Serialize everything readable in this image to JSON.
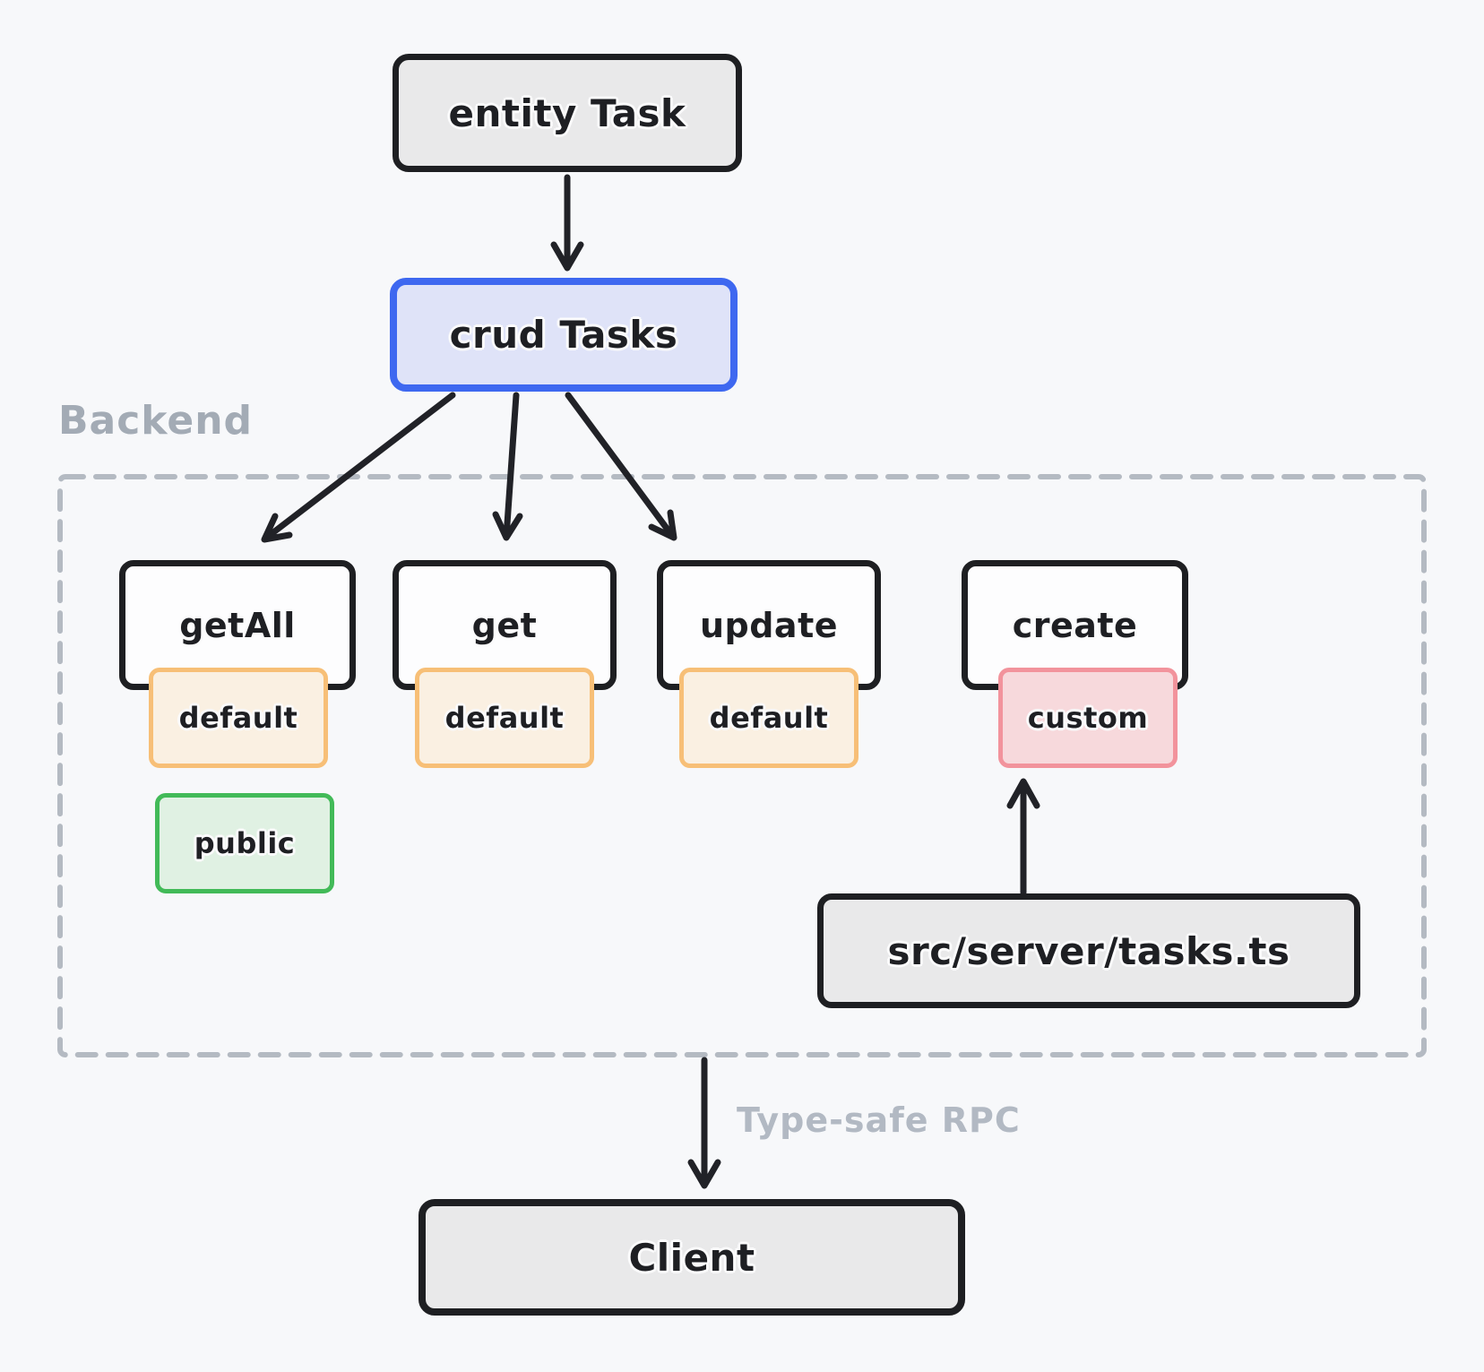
{
  "diagram": {
    "background": "#f7f8fa",
    "nodes": {
      "entity_task": {
        "label": "entity Task",
        "fill": "#e9e9ea",
        "border": "#1e1f22"
      },
      "crud_tasks": {
        "label": "crud Tasks",
        "fill": "#dfe3f8",
        "border": "#3e68f0"
      },
      "get_all": {
        "label": "getAll",
        "fill": "#fdfdfe",
        "border": "#1e1f22"
      },
      "get": {
        "label": "get",
        "fill": "#fdfdfe",
        "border": "#1e1f22"
      },
      "update": {
        "label": "update",
        "fill": "#fdfdfe",
        "border": "#1e1f22"
      },
      "create": {
        "label": "create",
        "fill": "#fdfdfe",
        "border": "#1e1f22"
      },
      "tasks_file": {
        "label": "src/server/tasks.ts",
        "fill": "#e9e9ea",
        "border": "#1e1f22"
      },
      "client": {
        "label": "Client",
        "fill": "#e9e9ea",
        "border": "#1e1f22"
      }
    },
    "badges": {
      "get_all_default": {
        "label": "default",
        "fill": "#faf0e2",
        "border": "#f7bf77"
      },
      "get_default": {
        "label": "default",
        "fill": "#faf0e2",
        "border": "#f7bf77"
      },
      "update_default": {
        "label": "default",
        "fill": "#faf0e2",
        "border": "#f7bf77"
      },
      "create_custom": {
        "label": "custom",
        "fill": "#f7d9dc",
        "border": "#f2939c"
      },
      "get_all_public": {
        "label": "public",
        "fill": "#e0f1e3",
        "border": "#42ba58"
      }
    },
    "regions": {
      "backend": {
        "label": "Backend",
        "border_color": "#b4bac2",
        "label_color": "#a3abb5"
      }
    },
    "edge_labels": {
      "rpc": {
        "label": "Type-safe RPC",
        "color": "#b2b9c3"
      }
    }
  }
}
